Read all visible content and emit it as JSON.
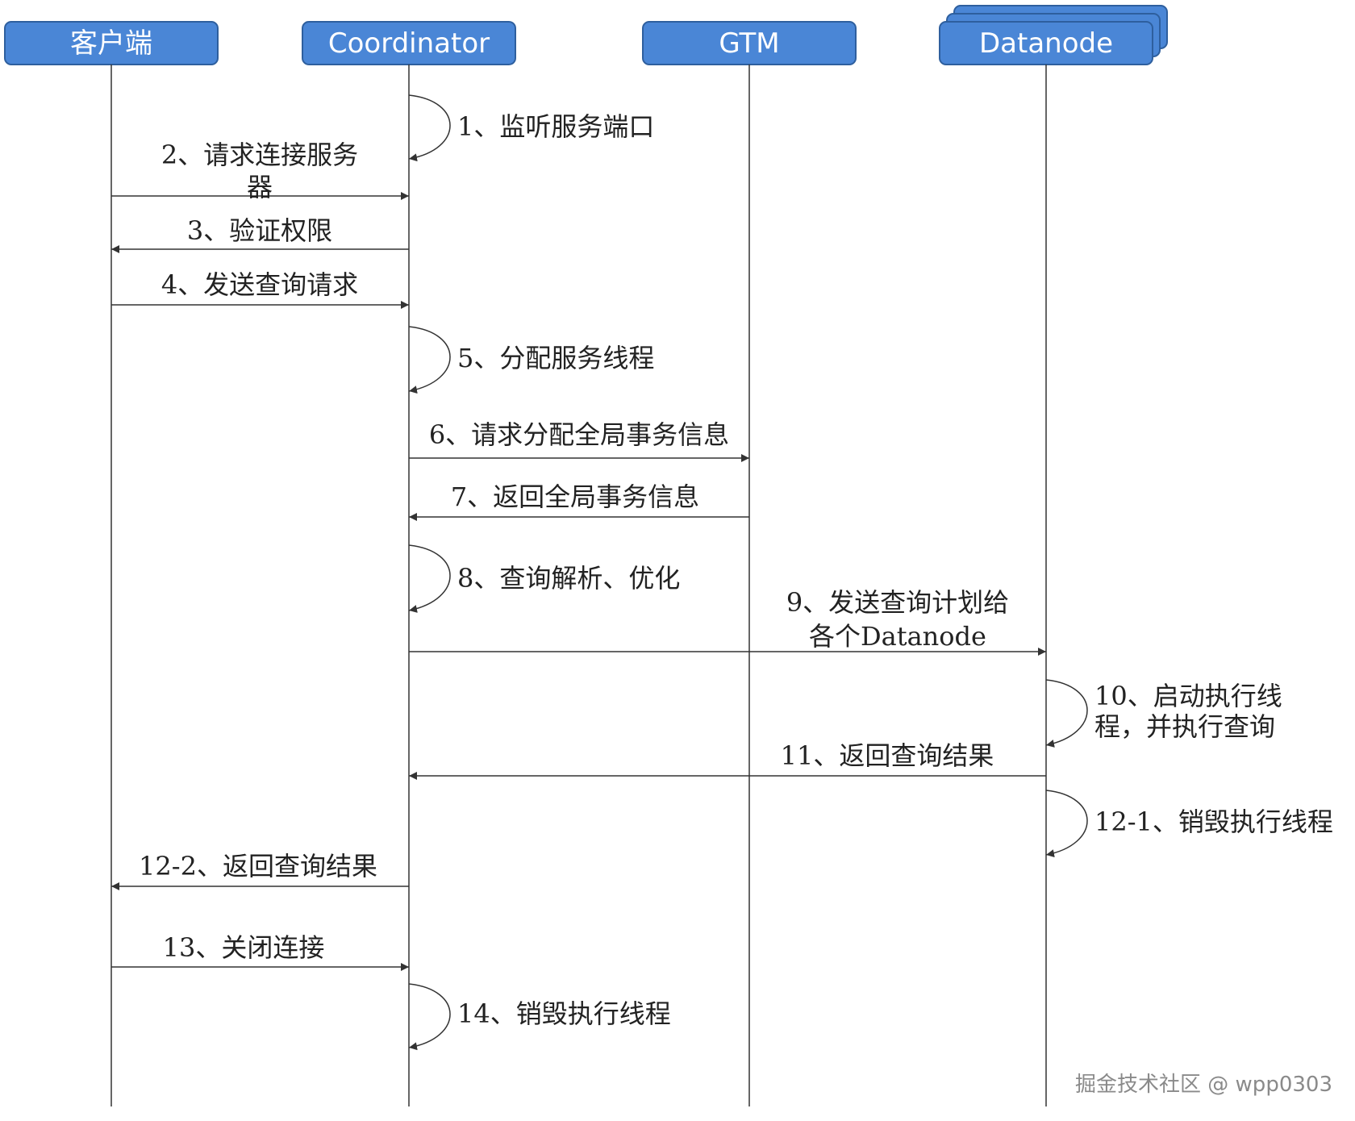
{
  "lifelines": [
    {
      "id": "client",
      "label": "客户端"
    },
    {
      "id": "coordinator",
      "label": "Coordinator"
    },
    {
      "id": "gtm",
      "label": "GTM"
    },
    {
      "id": "datanode",
      "label": "Datanode"
    }
  ],
  "messages": [
    {
      "id": "m1",
      "type": "self",
      "on": "coordinator",
      "lines": [
        "1、监听服务端口"
      ]
    },
    {
      "id": "m2",
      "type": "call",
      "from": "client",
      "to": "coordinator",
      "lines": [
        "2、请求连接服务",
        "器"
      ]
    },
    {
      "id": "m3",
      "type": "call",
      "from": "coordinator",
      "to": "client",
      "lines": [
        "3、验证权限"
      ]
    },
    {
      "id": "m4",
      "type": "call",
      "from": "client",
      "to": "coordinator",
      "lines": [
        "4、发送查询请求"
      ]
    },
    {
      "id": "m5",
      "type": "self",
      "on": "coordinator",
      "lines": [
        "5、分配服务线程"
      ]
    },
    {
      "id": "m6",
      "type": "call",
      "from": "coordinator",
      "to": "gtm",
      "lines": [
        "6、请求分配全局事务信息"
      ]
    },
    {
      "id": "m7",
      "type": "call",
      "from": "gtm",
      "to": "coordinator",
      "lines": [
        "7、返回全局事务信息"
      ]
    },
    {
      "id": "m8",
      "type": "self",
      "on": "coordinator",
      "lines": [
        "8、查询解析、优化"
      ]
    },
    {
      "id": "m9",
      "type": "call",
      "from": "coordinator",
      "to": "datanode",
      "lines": [
        "9、发送查询计划给",
        "各个Datanode"
      ]
    },
    {
      "id": "m10",
      "type": "self",
      "on": "datanode",
      "lines": [
        "10、启动执行线",
        "程，并执行查询"
      ]
    },
    {
      "id": "m11",
      "type": "call",
      "from": "datanode",
      "to": "coordinator",
      "lines": [
        "11、返回查询结果"
      ]
    },
    {
      "id": "m12a",
      "type": "self",
      "on": "datanode",
      "lines": [
        "12-1、销毁执行线程"
      ]
    },
    {
      "id": "m12b",
      "type": "call",
      "from": "coordinator",
      "to": "client",
      "lines": [
        "12-2、返回查询结果"
      ]
    },
    {
      "id": "m13",
      "type": "call",
      "from": "client",
      "to": "coordinator",
      "lines": [
        "13、关闭连接"
      ]
    },
    {
      "id": "m14",
      "type": "self",
      "on": "coordinator",
      "lines": [
        "14、销毁执行线程"
      ]
    }
  ],
  "watermark": "掘金技术社区 @ wpp0303"
}
